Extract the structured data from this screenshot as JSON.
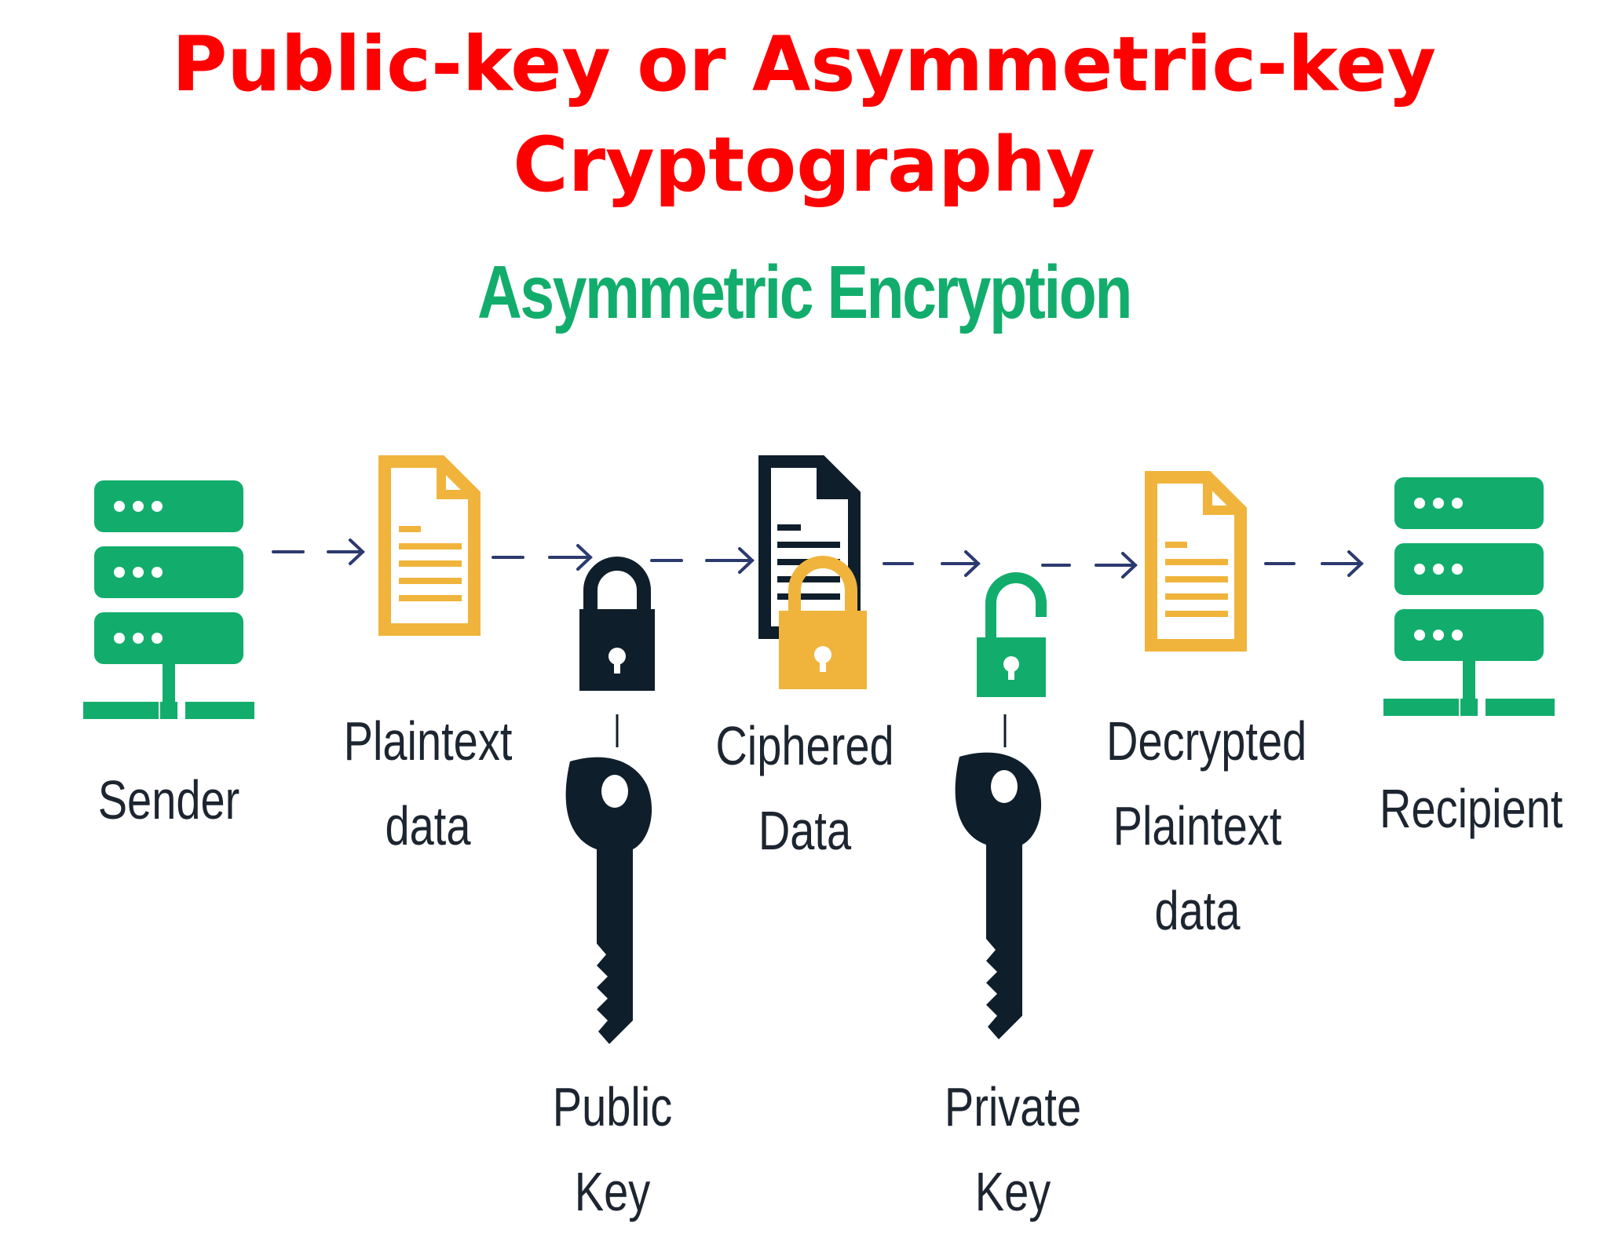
{
  "title": {
    "line1": "Public-key or Asymmetric-key",
    "line2": "Cryptography"
  },
  "subtitle": "Asymmetric Encryption",
  "colors": {
    "title": "#ff0000",
    "accent_green": "#12ad6c",
    "document_yellow": "#f0b43c",
    "dark_navy": "#0f1e2b",
    "arrow": "#2b3a6e"
  },
  "steps": {
    "sender": "Sender",
    "plaintext": {
      "line1": "Plaintext",
      "line2": "data"
    },
    "ciphered": {
      "line1": "Ciphered",
      "line2": "Data"
    },
    "decrypted": {
      "line1": "Decrypted",
      "line2": "Plaintext",
      "line3": "data"
    },
    "recipient": "Recipient"
  },
  "keys": {
    "public": "Public Key",
    "private": "Private Key"
  }
}
